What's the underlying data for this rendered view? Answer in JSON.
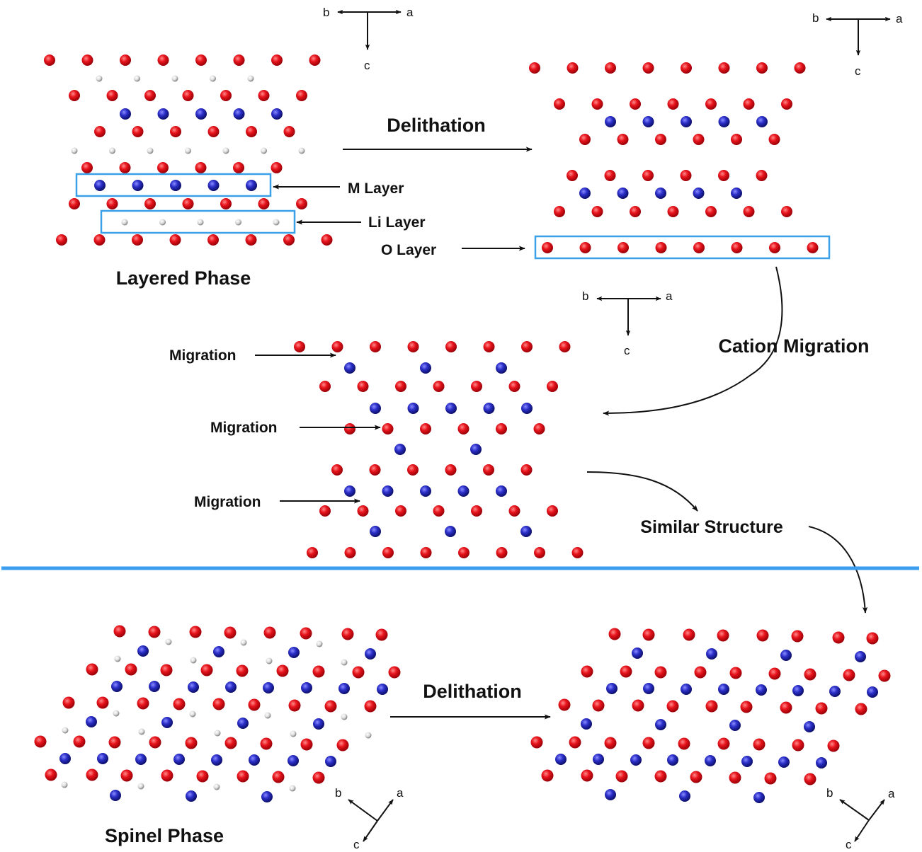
{
  "colors": {
    "oxygen": "#e8141c",
    "transition_metal": "#2b2fc8",
    "lithium": "#e6e6e6",
    "highlight_box": "#3aa0e8",
    "divider": "#3b9cf0"
  },
  "legend_atoms": {
    "O": "oxygen",
    "M": "transition_metal",
    "Li": "lithium"
  },
  "labels": {
    "delithation_top": "Delithation",
    "delithation_bottom": "Delithation",
    "m_layer": "M Layer",
    "li_layer": "Li Layer",
    "o_layer": "O Layer",
    "layered_phase": "Layered Phase",
    "cation_migration": "Cation Migration",
    "migration_1": "Migration",
    "migration_2": "Migration",
    "migration_3": "Migration",
    "similar_structure": "Similar Structure",
    "spinel_phase": "Spinel Phase"
  },
  "axes": [
    {
      "id": "top-left",
      "a": "a",
      "b": "b",
      "c": "c"
    },
    {
      "id": "top-right",
      "a": "a",
      "b": "b",
      "c": "c"
    },
    {
      "id": "middle",
      "a": "a",
      "b": "b",
      "c": "c"
    },
    {
      "id": "bottom-left",
      "a": "a",
      "b": "b",
      "c": "c"
    },
    {
      "id": "bottom-right",
      "a": "a",
      "b": "b",
      "c": "c"
    }
  ],
  "structures": [
    {
      "name": "layered-phase",
      "caption": "Layered Phase",
      "layers": [
        "O",
        "Li",
        "O",
        "M",
        "O",
        "Li",
        "O",
        "M",
        "O",
        "Li",
        "O"
      ],
      "counts": [
        8,
        5,
        7,
        5,
        6,
        7,
        6,
        5,
        7,
        5,
        8
      ]
    },
    {
      "name": "delithiated-layered",
      "caption": "",
      "layers": [
        "O",
        "O",
        "M",
        "O",
        "O",
        "M",
        "O",
        "O"
      ],
      "counts": [
        8,
        7,
        5,
        6,
        6,
        5,
        7,
        8
      ]
    },
    {
      "name": "cation-migrated",
      "caption": "",
      "layers": [
        "O",
        "M",
        "O",
        "M",
        "O",
        "M",
        "O",
        "M",
        "O",
        "M",
        "O"
      ],
      "counts": [
        8,
        3,
        7,
        5,
        6,
        2,
        6,
        5,
        7,
        3,
        8
      ]
    },
    {
      "name": "spinel-phase",
      "caption": "Spinel Phase"
    },
    {
      "name": "delithiated-spinel",
      "caption": ""
    }
  ]
}
